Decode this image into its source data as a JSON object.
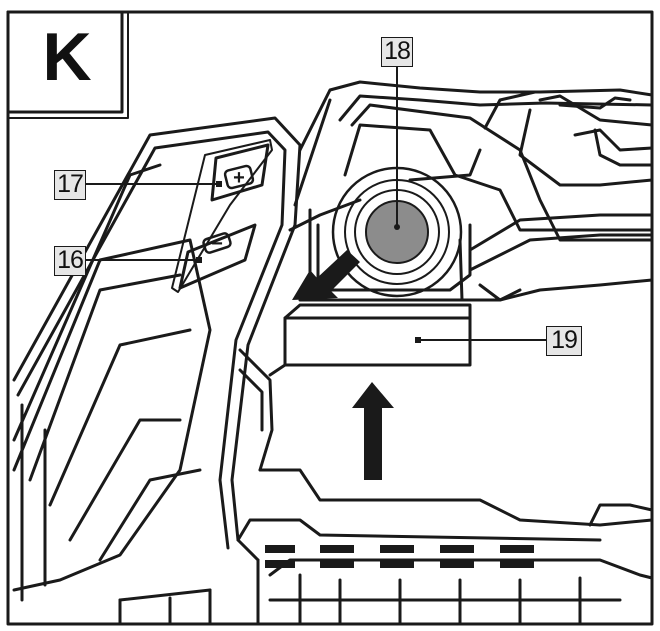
{
  "figure": {
    "panel_label": "K"
  },
  "callouts": [
    {
      "id": "17",
      "label": "17",
      "target": "plus-button"
    },
    {
      "id": "16",
      "label": "16",
      "target": "minus-button"
    },
    {
      "id": "18",
      "label": "18",
      "target": "round-release-button"
    },
    {
      "id": "19",
      "label": "19",
      "target": "battery-slot"
    }
  ],
  "buttons": {
    "plus_symbol": "+",
    "minus_symbol": "−"
  },
  "arrows": [
    {
      "name": "push-arrow-diagonal",
      "meaning": "press button 18"
    },
    {
      "name": "push-arrow-up",
      "meaning": "insert upward into 19"
    }
  ],
  "colors": {
    "line": "#1a1a1a",
    "callout_fill": "#e6e6e6",
    "button_center": "#8c8c8c",
    "background": "#ffffff"
  }
}
